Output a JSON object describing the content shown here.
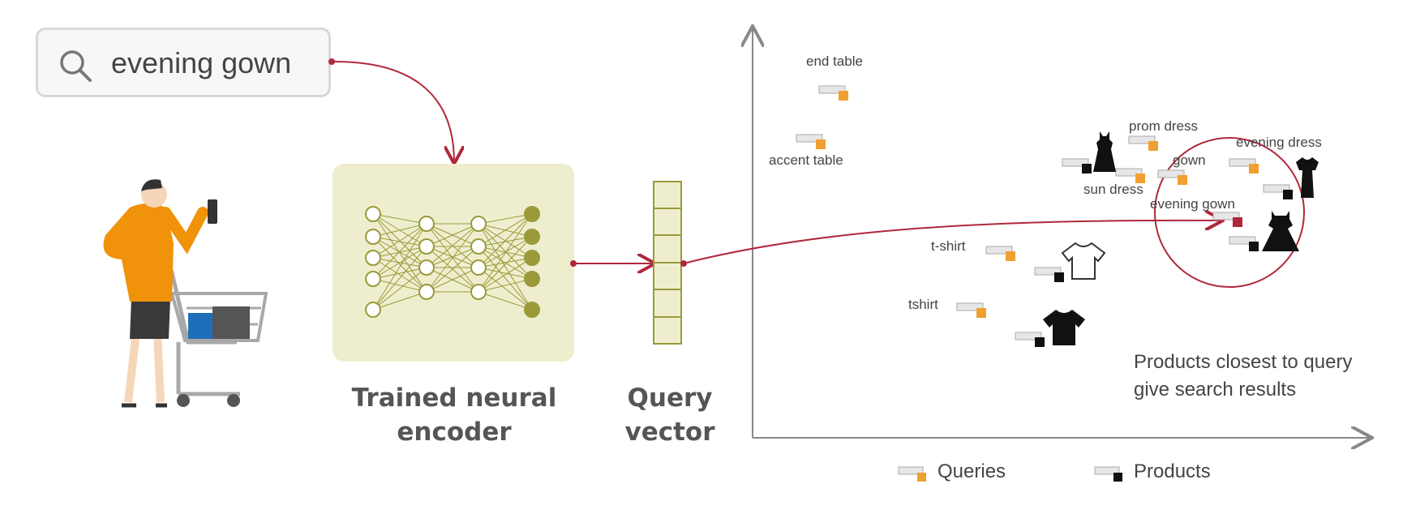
{
  "search": {
    "query": "evening gown",
    "icon": "search-icon"
  },
  "encoder": {
    "line1": "Trained neural",
    "line2": "encoder"
  },
  "vector": {
    "line1": "Query",
    "line2": "vector"
  },
  "labels": {
    "end_table": "end table",
    "accent_table": "accent table",
    "prom_dress": "prom dress",
    "evening_dress": "evening dress",
    "gown": "gown",
    "sun_dress": "sun dress",
    "evening_gown": "evening gown",
    "t_shirt": "t-shirt",
    "tshirt": "tshirt"
  },
  "caption": {
    "line1": "Products closest to query",
    "line2": "give search results"
  },
  "legend": {
    "queries": "Queries",
    "products": "Products"
  },
  "colors": {
    "query": "#f0a030",
    "product": "#111111",
    "highlight": "#b0283a",
    "encoder_bg": "#eeeecf",
    "network": "#9a9a3a",
    "person_top": "#f0920a"
  }
}
